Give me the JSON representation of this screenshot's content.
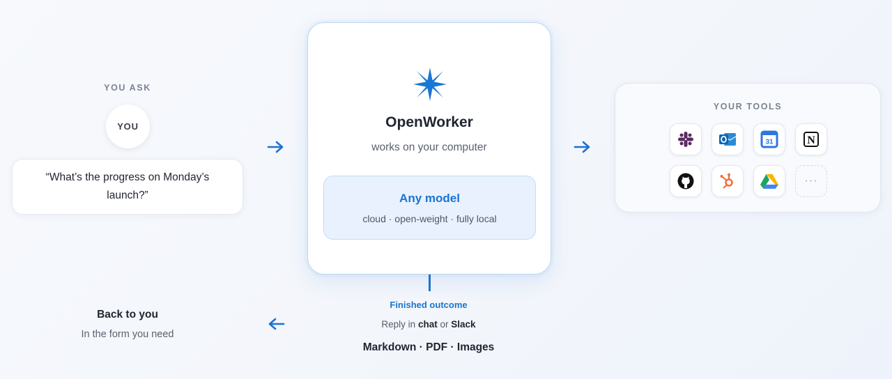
{
  "ask": {
    "label": "YOU ASK",
    "avatar_text": "YOU",
    "question": "“What’s the progress on Monday’s launch?”"
  },
  "core": {
    "icon": "star-icon",
    "title": "OpenWorker",
    "subtitle": "works on your computer",
    "model_title": "Any model",
    "model_sub": "cloud · open-weight · fully local"
  },
  "tools": {
    "label": "YOUR TOOLS",
    "items": [
      {
        "name": "slack-icon"
      },
      {
        "name": "outlook-icon"
      },
      {
        "name": "google-calendar-icon",
        "text": "31"
      },
      {
        "name": "notion-icon",
        "text": "N"
      },
      {
        "name": "github-icon"
      },
      {
        "name": "hubspot-icon"
      },
      {
        "name": "google-drive-icon"
      },
      {
        "name": "more-icon",
        "text": "···"
      }
    ]
  },
  "outcome": {
    "label": "Finished outcome",
    "reply_prefix": "Reply in",
    "reply_chat": "chat",
    "reply_or": "or",
    "reply_slack": "Slack",
    "formats": "Markdown · PDF · Images"
  },
  "back": {
    "title": "Back to you",
    "subtitle": "In the form you need"
  },
  "colors": {
    "accent": "#1b74d0",
    "card_border": "#bcd6f2",
    "model_bg": "#e8f1fd"
  }
}
